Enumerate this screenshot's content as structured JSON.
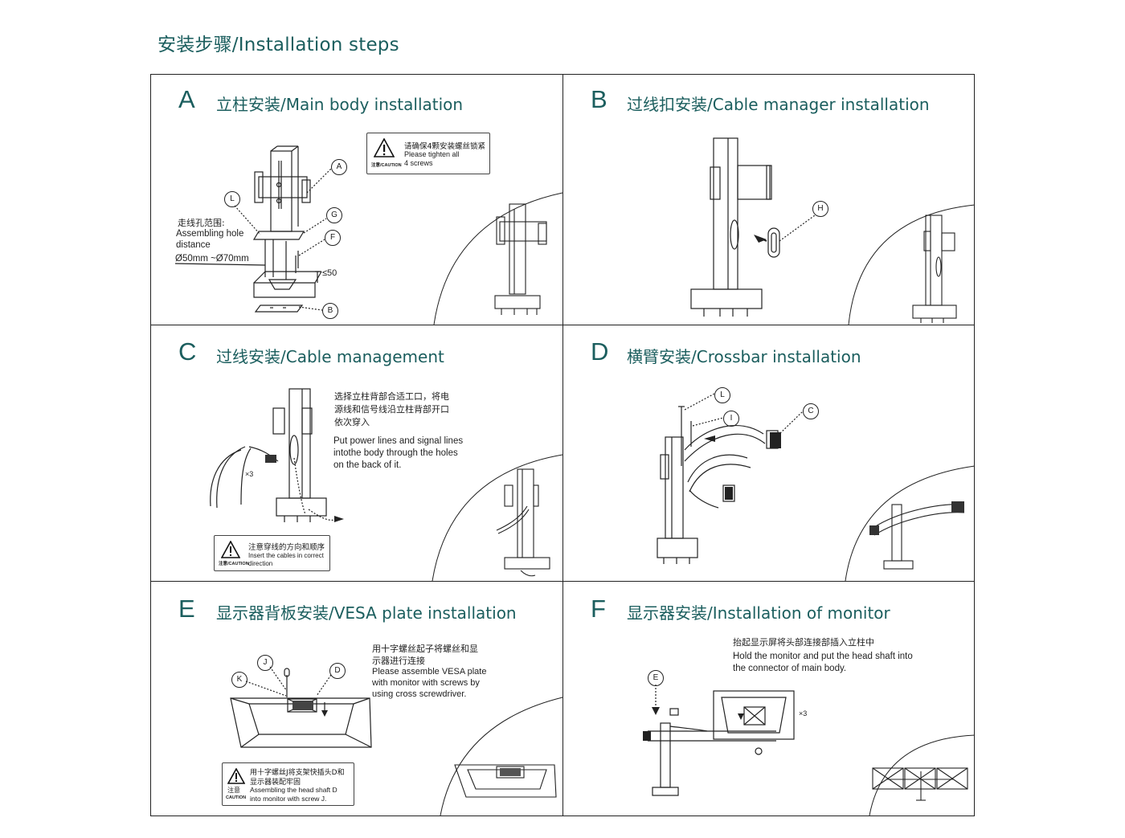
{
  "page_title": "安装步骤/Installation steps",
  "panels": {
    "a": {
      "letter": "A",
      "title": "立柱安装/Main body installation",
      "caution": {
        "cn": "请确保4颗安装螺丝锁紧",
        "en1": "Please tighten all",
        "en2": "4 screws",
        "label": "注意/CAUTION"
      },
      "hole_cn": "走线孔范围:",
      "hole_en1": "Assembling hole",
      "hole_en2": "distance",
      "hole_range": "Ø50mm ~Ø70mm",
      "thickness": "≤50",
      "callouts": [
        "A",
        "L",
        "G",
        "F",
        "B"
      ]
    },
    "b": {
      "letter": "B",
      "title": "过线扣安装/Cable manager installation",
      "callouts": [
        "H"
      ]
    },
    "c": {
      "letter": "C",
      "title": "过线安装/Cable management",
      "note_cn1": "选择立柱背部合适工口，将电",
      "note_cn2": "源线和信号线沿立柱背部开口",
      "note_cn3": "依次穿入",
      "note_en1": "Put power lines and signal lines",
      "note_en2": "intothe body through the holes",
      "note_en3": "on the back of it.",
      "qty": "×3",
      "caution": {
        "cn": "注意穿线的方向和顺序",
        "en1": "Insert the cables in correct",
        "en2": "direction",
        "label": "注意/CAUTION"
      }
    },
    "d": {
      "letter": "D",
      "title": "横臂安装/Crossbar installation",
      "callouts": [
        "L",
        "I",
        "C"
      ]
    },
    "e": {
      "letter": "E",
      "title": "显示器背板安装/VESA plate installation",
      "note_cn1": "用十字螺丝起子将螺丝和显",
      "note_cn2": "示器进行连接",
      "note_en1": "Please assemble VESA plate",
      "note_en2": "with monitor with screws by",
      "note_en3": "using cross screwdriver.",
      "callouts": [
        "J",
        "K",
        "D"
      ],
      "caution": {
        "cn1": "用十字螺丝J将支架快插头D和",
        "cn2": "显示器装配牢固",
        "en1": "Assembling the head shaft D",
        "en2": "into monitor with screw J.",
        "label_cn": "注意",
        "label_en": "CAUTION"
      }
    },
    "f": {
      "letter": "F",
      "title": "显示器安装/Installation of monitor",
      "note_cn": "抬起显示屏将头部连接部插入立柱中",
      "note_en1": "Hold the monitor and put the head shaft into",
      "note_en2": "the connector of main body.",
      "qty": "×3",
      "callouts": [
        "E"
      ]
    }
  }
}
